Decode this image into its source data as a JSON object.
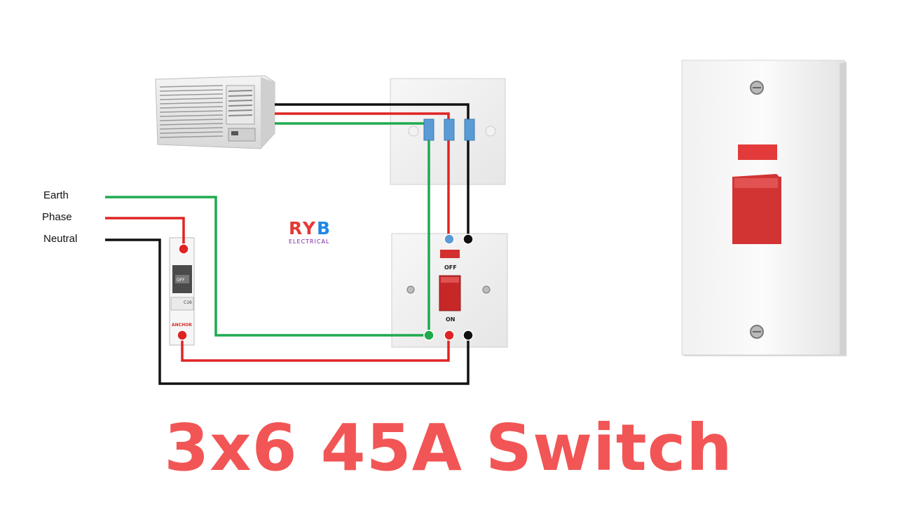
{
  "labels": {
    "earth": "Earth",
    "phase": "Phase",
    "neutral": "Neutral"
  },
  "logo": {
    "letters": [
      "R",
      "Y",
      "B"
    ],
    "subtitle": "ELECTRICAL"
  },
  "switch": {
    "off_label": "OFF",
    "on_label": "ON"
  },
  "breaker": {
    "off_label": "OFF",
    "rating": "C16",
    "brand": "ANCHOR"
  },
  "title": "3x6 45A Switch",
  "colors": {
    "earth_wire": "#1faa4f",
    "phase_wire": "#e02424",
    "neutral_wire": "#111111",
    "title": "#f25555",
    "switch_red": "#c62828"
  }
}
